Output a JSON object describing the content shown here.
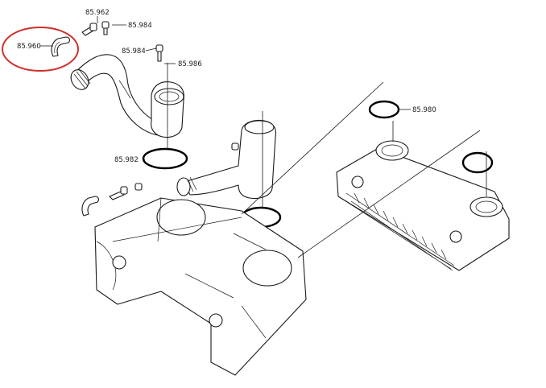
{
  "callouts": {
    "c85960": "85.960",
    "c85962": "85.962",
    "c85984a": "85.984",
    "c85984b": "85.984",
    "c85986": "85.986",
    "c85982": "85.982",
    "c85980": "85.980"
  },
  "colors": {
    "highlight": "#d0312d",
    "line": "#1a1a1a"
  }
}
